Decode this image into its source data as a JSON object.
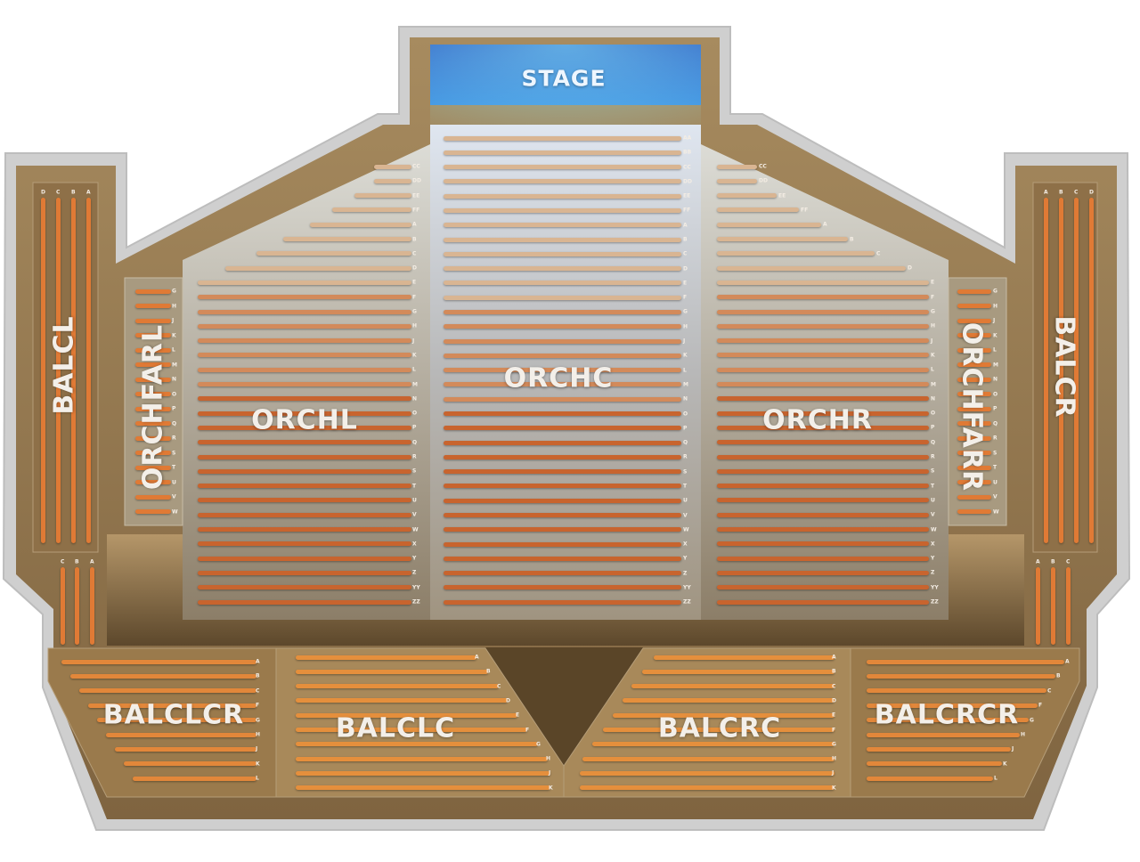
{
  "stage": {
    "label": "STAGE"
  },
  "colors": {
    "border": "#c8c8c8",
    "floor": "#9a7a4c",
    "seat_row": "#e07a35",
    "stage": "#2f6fd0",
    "orch_panel": "#c9ccd0"
  },
  "sections": {
    "orchc": {
      "name": "ORCHC",
      "rows": [
        "AA",
        "BB",
        "CC",
        "DD",
        "EE",
        "FF",
        "A",
        "B",
        "C",
        "D",
        "E",
        "F",
        "G",
        "H",
        "J",
        "K",
        "L",
        "M",
        "N",
        "O",
        "P",
        "Q",
        "R",
        "S",
        "T",
        "U",
        "V",
        "W",
        "X",
        "Y",
        "Z",
        "YY",
        "ZZ"
      ]
    },
    "orchl": {
      "name": "ORCHL",
      "rows": [
        "CC",
        "DD",
        "EE",
        "FF",
        "A",
        "B",
        "C",
        "D",
        "E",
        "F",
        "G",
        "H",
        "J",
        "K",
        "L",
        "M",
        "N",
        "O",
        "P",
        "Q",
        "R",
        "S",
        "T",
        "U",
        "V",
        "W",
        "X",
        "Y",
        "Z",
        "YY",
        "ZZ"
      ]
    },
    "orchr": {
      "name": "ORCHR",
      "rows": [
        "CC",
        "DD",
        "EE",
        "FF",
        "A",
        "B",
        "C",
        "D",
        "E",
        "F",
        "G",
        "H",
        "J",
        "K",
        "L",
        "M",
        "N",
        "O",
        "P",
        "Q",
        "R",
        "S",
        "T",
        "U",
        "V",
        "W",
        "X",
        "Y",
        "Z",
        "YY",
        "ZZ"
      ]
    },
    "orchfarl": {
      "name": "ORCHFARL",
      "rows": [
        "G",
        "H",
        "J",
        "K",
        "L",
        "M",
        "N",
        "O",
        "P",
        "Q",
        "R",
        "S",
        "T",
        "U",
        "V",
        "W"
      ]
    },
    "orchfarr": {
      "name": "ORCHFARR",
      "rows": [
        "G",
        "H",
        "J",
        "K",
        "L",
        "M",
        "N",
        "O",
        "P",
        "Q",
        "R",
        "S",
        "T",
        "U",
        "V",
        "W"
      ]
    },
    "balcl": {
      "name": "BALCL",
      "rows": [
        "D",
        "C",
        "B",
        "A"
      ],
      "lower_rows": [
        "C",
        "B",
        "A"
      ]
    },
    "balcr": {
      "name": "BALCR",
      "rows": [
        "A",
        "B",
        "C",
        "D"
      ],
      "lower_rows": [
        "A",
        "B",
        "C"
      ]
    },
    "balclcr": {
      "name": "BALCLCR",
      "rows": [
        "A",
        "B",
        "C",
        "F",
        "G",
        "H",
        "J",
        "K",
        "L"
      ]
    },
    "balclc": {
      "name": "BALCLC",
      "rows": [
        "A",
        "B",
        "C",
        "D",
        "E",
        "F",
        "G",
        "H",
        "J",
        "K"
      ]
    },
    "balcrc": {
      "name": "BALCRC",
      "rows": [
        "A",
        "B",
        "C",
        "D",
        "E",
        "F",
        "G",
        "H",
        "J",
        "K"
      ]
    },
    "balcrcr": {
      "name": "BALCRCR",
      "rows": [
        "A",
        "B",
        "C",
        "F",
        "G",
        "H",
        "J",
        "K",
        "L"
      ]
    }
  }
}
